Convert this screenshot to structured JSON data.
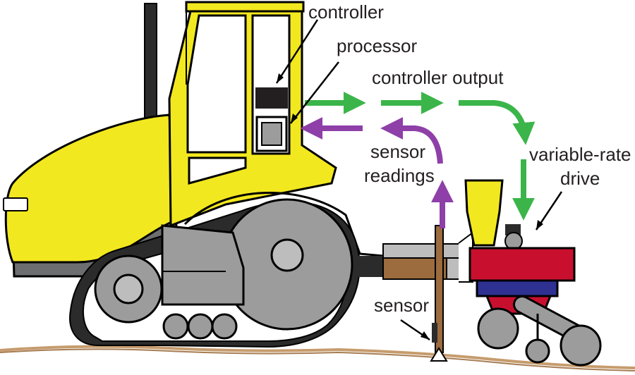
{
  "labels": {
    "controller": "controller",
    "processor": "processor",
    "controller_output": "controller output",
    "sensor_readings_line1": "sensor",
    "sensor_readings_line2": "readings",
    "variable_rate_line1": "variable-rate",
    "variable_rate_line2": "drive",
    "sensor": "sensor"
  },
  "colors": {
    "tractor_body": "#f2e81f",
    "track": "#2b2b2b",
    "wheel": "#9c9c9c",
    "output_arrow": "#3bb54a",
    "sensor_arrow": "#8e3fa8",
    "planter_red": "#c8102e",
    "planter_blue": "#2e3192",
    "soil": "#c69c6d"
  },
  "icons": {
    "output_flow": "green-arrow-icon",
    "sensor_flow": "purple-arrow-icon"
  }
}
